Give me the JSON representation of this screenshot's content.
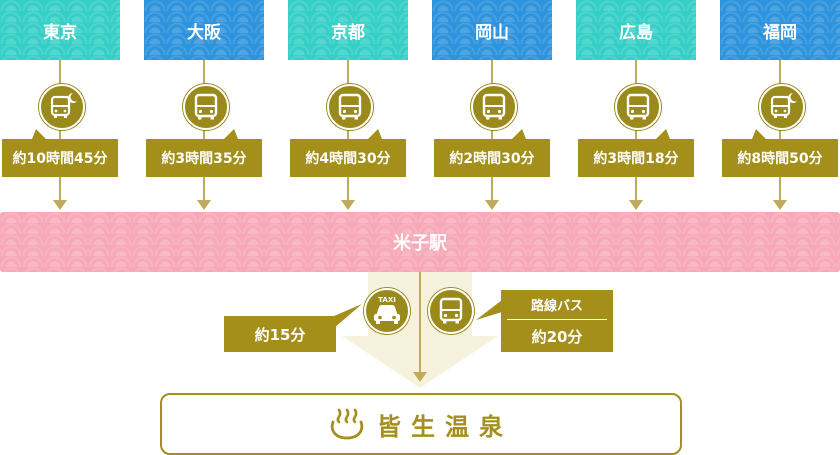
{
  "cities": [
    {
      "name": "東京",
      "duration": "約10時間45分",
      "transport": "night-bus",
      "color": "teal"
    },
    {
      "name": "大阪",
      "duration": "約3時間35分",
      "transport": "bus",
      "color": "blue"
    },
    {
      "name": "京都",
      "duration": "約4時間30分",
      "transport": "bus",
      "color": "teal"
    },
    {
      "name": "岡山",
      "duration": "約2時間30分",
      "transport": "bus",
      "color": "blue"
    },
    {
      "name": "広島",
      "duration": "約3時間18分",
      "transport": "bus",
      "color": "teal"
    },
    {
      "name": "福岡",
      "duration": "約8時間50分",
      "transport": "night-bus",
      "color": "blue"
    }
  ],
  "station": {
    "name": "米子駅"
  },
  "taxi": {
    "label": "TAXI",
    "duration": "約15分"
  },
  "route_bus": {
    "label": "路線バス",
    "duration": "約20分"
  },
  "destination": {
    "name": "皆生温泉"
  },
  "colors": {
    "gold": "#a58f1b",
    "teal": "#35cfc7",
    "blue": "#2e93dd",
    "pink": "#f7a9b8"
  }
}
